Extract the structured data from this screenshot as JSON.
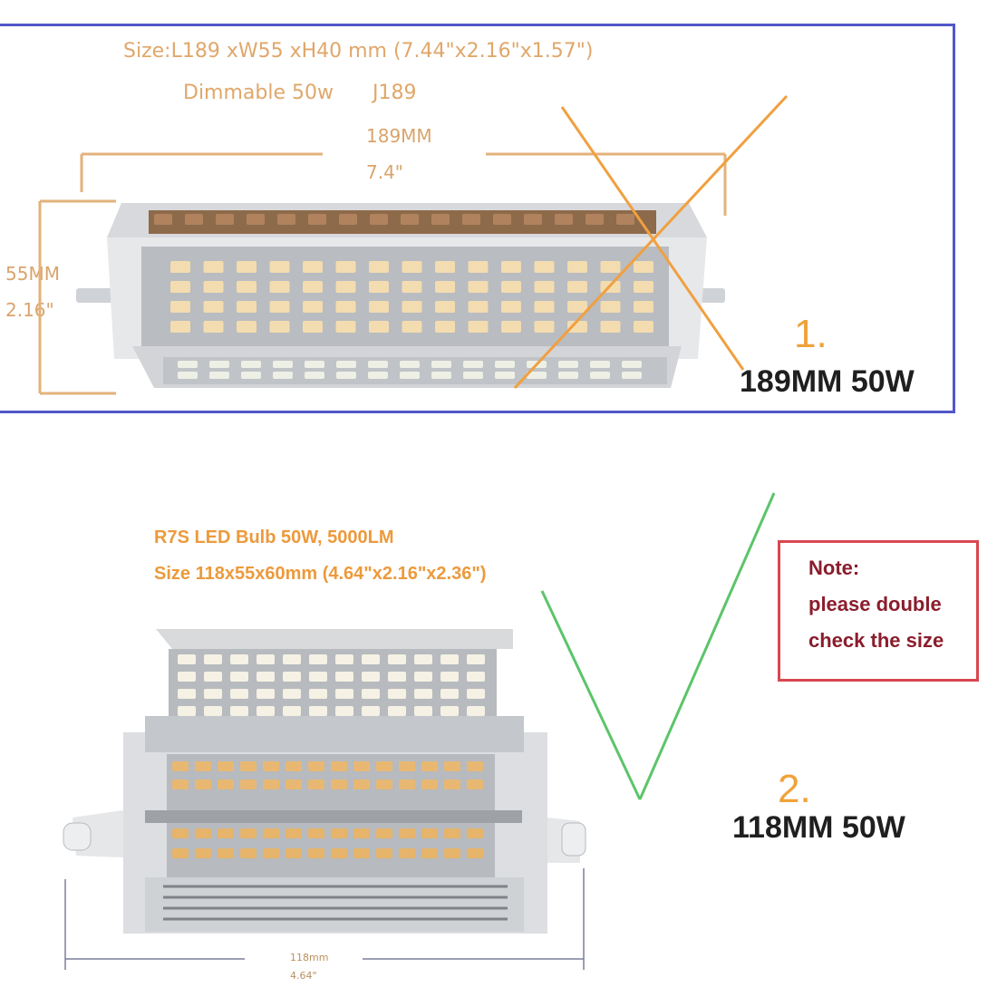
{
  "top": {
    "size_line": "Size:L189 xW55 xH40 mm (7.44\"x2.16\"x1.57\")",
    "dimmable_line": "Dimmable 50w",
    "model_code": "J189",
    "length_mm": "189MM",
    "length_in": "7.4\"",
    "height_mm": "55MM",
    "height_in": "2.16\"",
    "number": "1.",
    "label": "189MM 50W"
  },
  "bottom": {
    "title_line": "R7S LED Bulb 50W, 5000LM",
    "size_line": "Size 118x55x60mm (4.64\"x2.16\"x2.36\")",
    "number": "2.",
    "label": "118MM 50W",
    "length_mm": "118mm",
    "length_in": "4.64\""
  },
  "note": {
    "heading": "Note:",
    "line1": "please double",
    "line2": "check the size"
  },
  "colors": {
    "frame": "#5157c9",
    "cross": "#f0a040",
    "check": "#5cc46a",
    "note_border": "#d9474f",
    "note_text": "#8b1d2c"
  }
}
